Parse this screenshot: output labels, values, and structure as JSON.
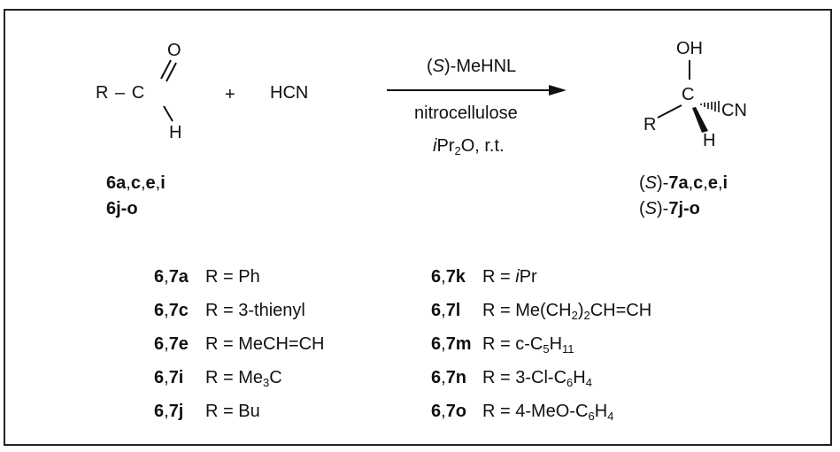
{
  "reaction": {
    "reactant": {
      "r_label": "R",
      "bond_dash": "–",
      "carbon": "C",
      "oxygen": "O",
      "hydrogen": "H",
      "id_line1_bold_a": "6a",
      "id_line1_rest": ",",
      "id_line1_bold_c": "c",
      "id_line1_comma2": ",",
      "id_line1_bold_e": "e",
      "id_line1_comma3": ",",
      "id_line1_bold_i": "i",
      "id_line2": "6j-o"
    },
    "plus": "+",
    "reagent": "HCN",
    "conditions": {
      "catalyst_open": "(",
      "catalyst_s": "S",
      "catalyst_rest": ")-MeHNL",
      "support": "nitrocellulose",
      "solvent_i": "i",
      "solvent_pr": "Pr",
      "solvent_sub": "2",
      "solvent_rest": "O, r.t."
    },
    "product": {
      "oh": "OH",
      "carbon": "C",
      "r_label": "R",
      "cn": "CN",
      "hydrogen": "H",
      "id1_open": "(",
      "id1_s": "S",
      "id1_mid": ")-",
      "id1_bold_7a": "7a",
      "id1_c1": ",",
      "id1_bold_c": "c",
      "id1_c2": ",",
      "id1_bold_e": "e",
      "id1_c3": ",",
      "id1_bold_i": "i",
      "id2_open": "(",
      "id2_s": "S",
      "id2_mid": ")-",
      "id2_bold": "7j-o"
    }
  },
  "substituents_left": [
    {
      "code_bold": "6",
      "code_sep": ",",
      "code_bold2": "7a",
      "eq": "R = Ph"
    },
    {
      "code_bold": "6",
      "code_sep": ",",
      "code_bold2": "7c",
      "eq": "R = 3-thienyl"
    },
    {
      "code_bold": "6",
      "code_sep": ",",
      "code_bold2": "7e",
      "eq": "R = MeCH=CH"
    },
    {
      "code_bold": "6",
      "code_sep": ",",
      "code_bold2": "7i",
      "eq_pre": "R = Me",
      "eq_sub": "3",
      "eq_post": "C"
    },
    {
      "code_bold": "6",
      "code_sep": ",",
      "code_bold2": "7j",
      "eq": "R = Bu"
    }
  ],
  "substituents_right": [
    {
      "code_bold": "6",
      "code_sep": ",",
      "code_bold2": "7k",
      "eq_pre": "R = ",
      "eq_i": "i",
      "eq_post": "Pr"
    },
    {
      "code_bold": "6",
      "code_sep": ",",
      "code_bold2": "7l",
      "eq_pre": "R = Me(CH",
      "eq_sub": "2",
      "eq_post": ")",
      "eq_sub2": "2",
      "eq_post2": "CH=CH"
    },
    {
      "code_bold": "6",
      "code_sep": ",",
      "code_bold2": "7m",
      "eq_pre": "R = c-C",
      "eq_sub": "5",
      "eq_post": "H",
      "eq_sub2": "11",
      "eq_post2": ""
    },
    {
      "code_bold": "6",
      "code_sep": ",",
      "code_bold2": "7n",
      "eq_pre": "R = 3-Cl-C",
      "eq_sub": "6",
      "eq_post": "H",
      "eq_sub2": "4",
      "eq_post2": ""
    },
    {
      "code_bold": "6",
      "code_sep": ",",
      "code_bold2": "7o",
      "eq_pre": "R = 4-MeO-C",
      "eq_sub": "6",
      "eq_post": "H",
      "eq_sub2": "4",
      "eq_post2": ""
    }
  ]
}
